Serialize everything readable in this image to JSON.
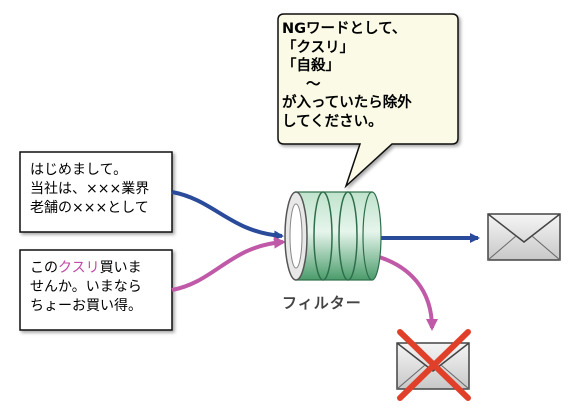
{
  "callout": {
    "lines": [
      "NGワードとして、",
      "「クスリ」",
      "「自殺」",
      "〜",
      "が入っていたら除外",
      "してください。"
    ]
  },
  "message1": {
    "lines": [
      "はじめまして。",
      "当社は、×××業界",
      "老舗の×××として"
    ]
  },
  "message2": {
    "line1_pre": "この",
    "line1_highlight": "クスリ",
    "line1_post": "買いま",
    "line2": "せんか。いまなら",
    "line3": "ちょーお買い得。"
  },
  "filter": {
    "label": "フィルター"
  },
  "colors": {
    "accepted_arrow": "#2a4a9a",
    "rejected_arrow": "#c05aa8",
    "highlight": "#c04aa8",
    "reject_x": "#e0402a",
    "callout_fill": "#fafae6",
    "filter_stripe": "#5aa87a"
  },
  "icons": [
    "envelope-icon",
    "envelope-rejected-icon",
    "cross-icon",
    "filter-cylinder-icon"
  ]
}
